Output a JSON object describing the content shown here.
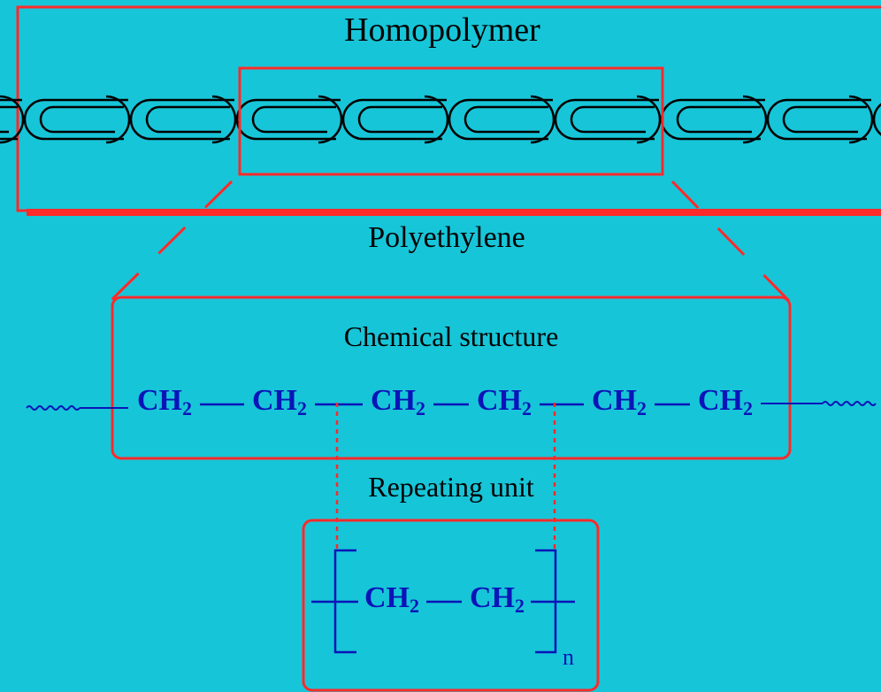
{
  "title": "Homopolymer",
  "subtitle": "Polyethylene",
  "chem_structure_label": "Chemical structure",
  "repeating_unit_label": "Repeating unit",
  "monomer_base": "CH",
  "monomer_subscript": "2",
  "bond": "—",
  "repeat_index": "n",
  "chain_unit_count": 6,
  "repeat_unit_count": 2,
  "colors": {
    "background": "#17c5d8",
    "highlight": "#ff2a2a",
    "chemistry": "#0a14b8",
    "chain": "#000000"
  },
  "icons": [
    "paperclip-chain-icon",
    "wavy-bond-icon",
    "bracket-icon"
  ]
}
